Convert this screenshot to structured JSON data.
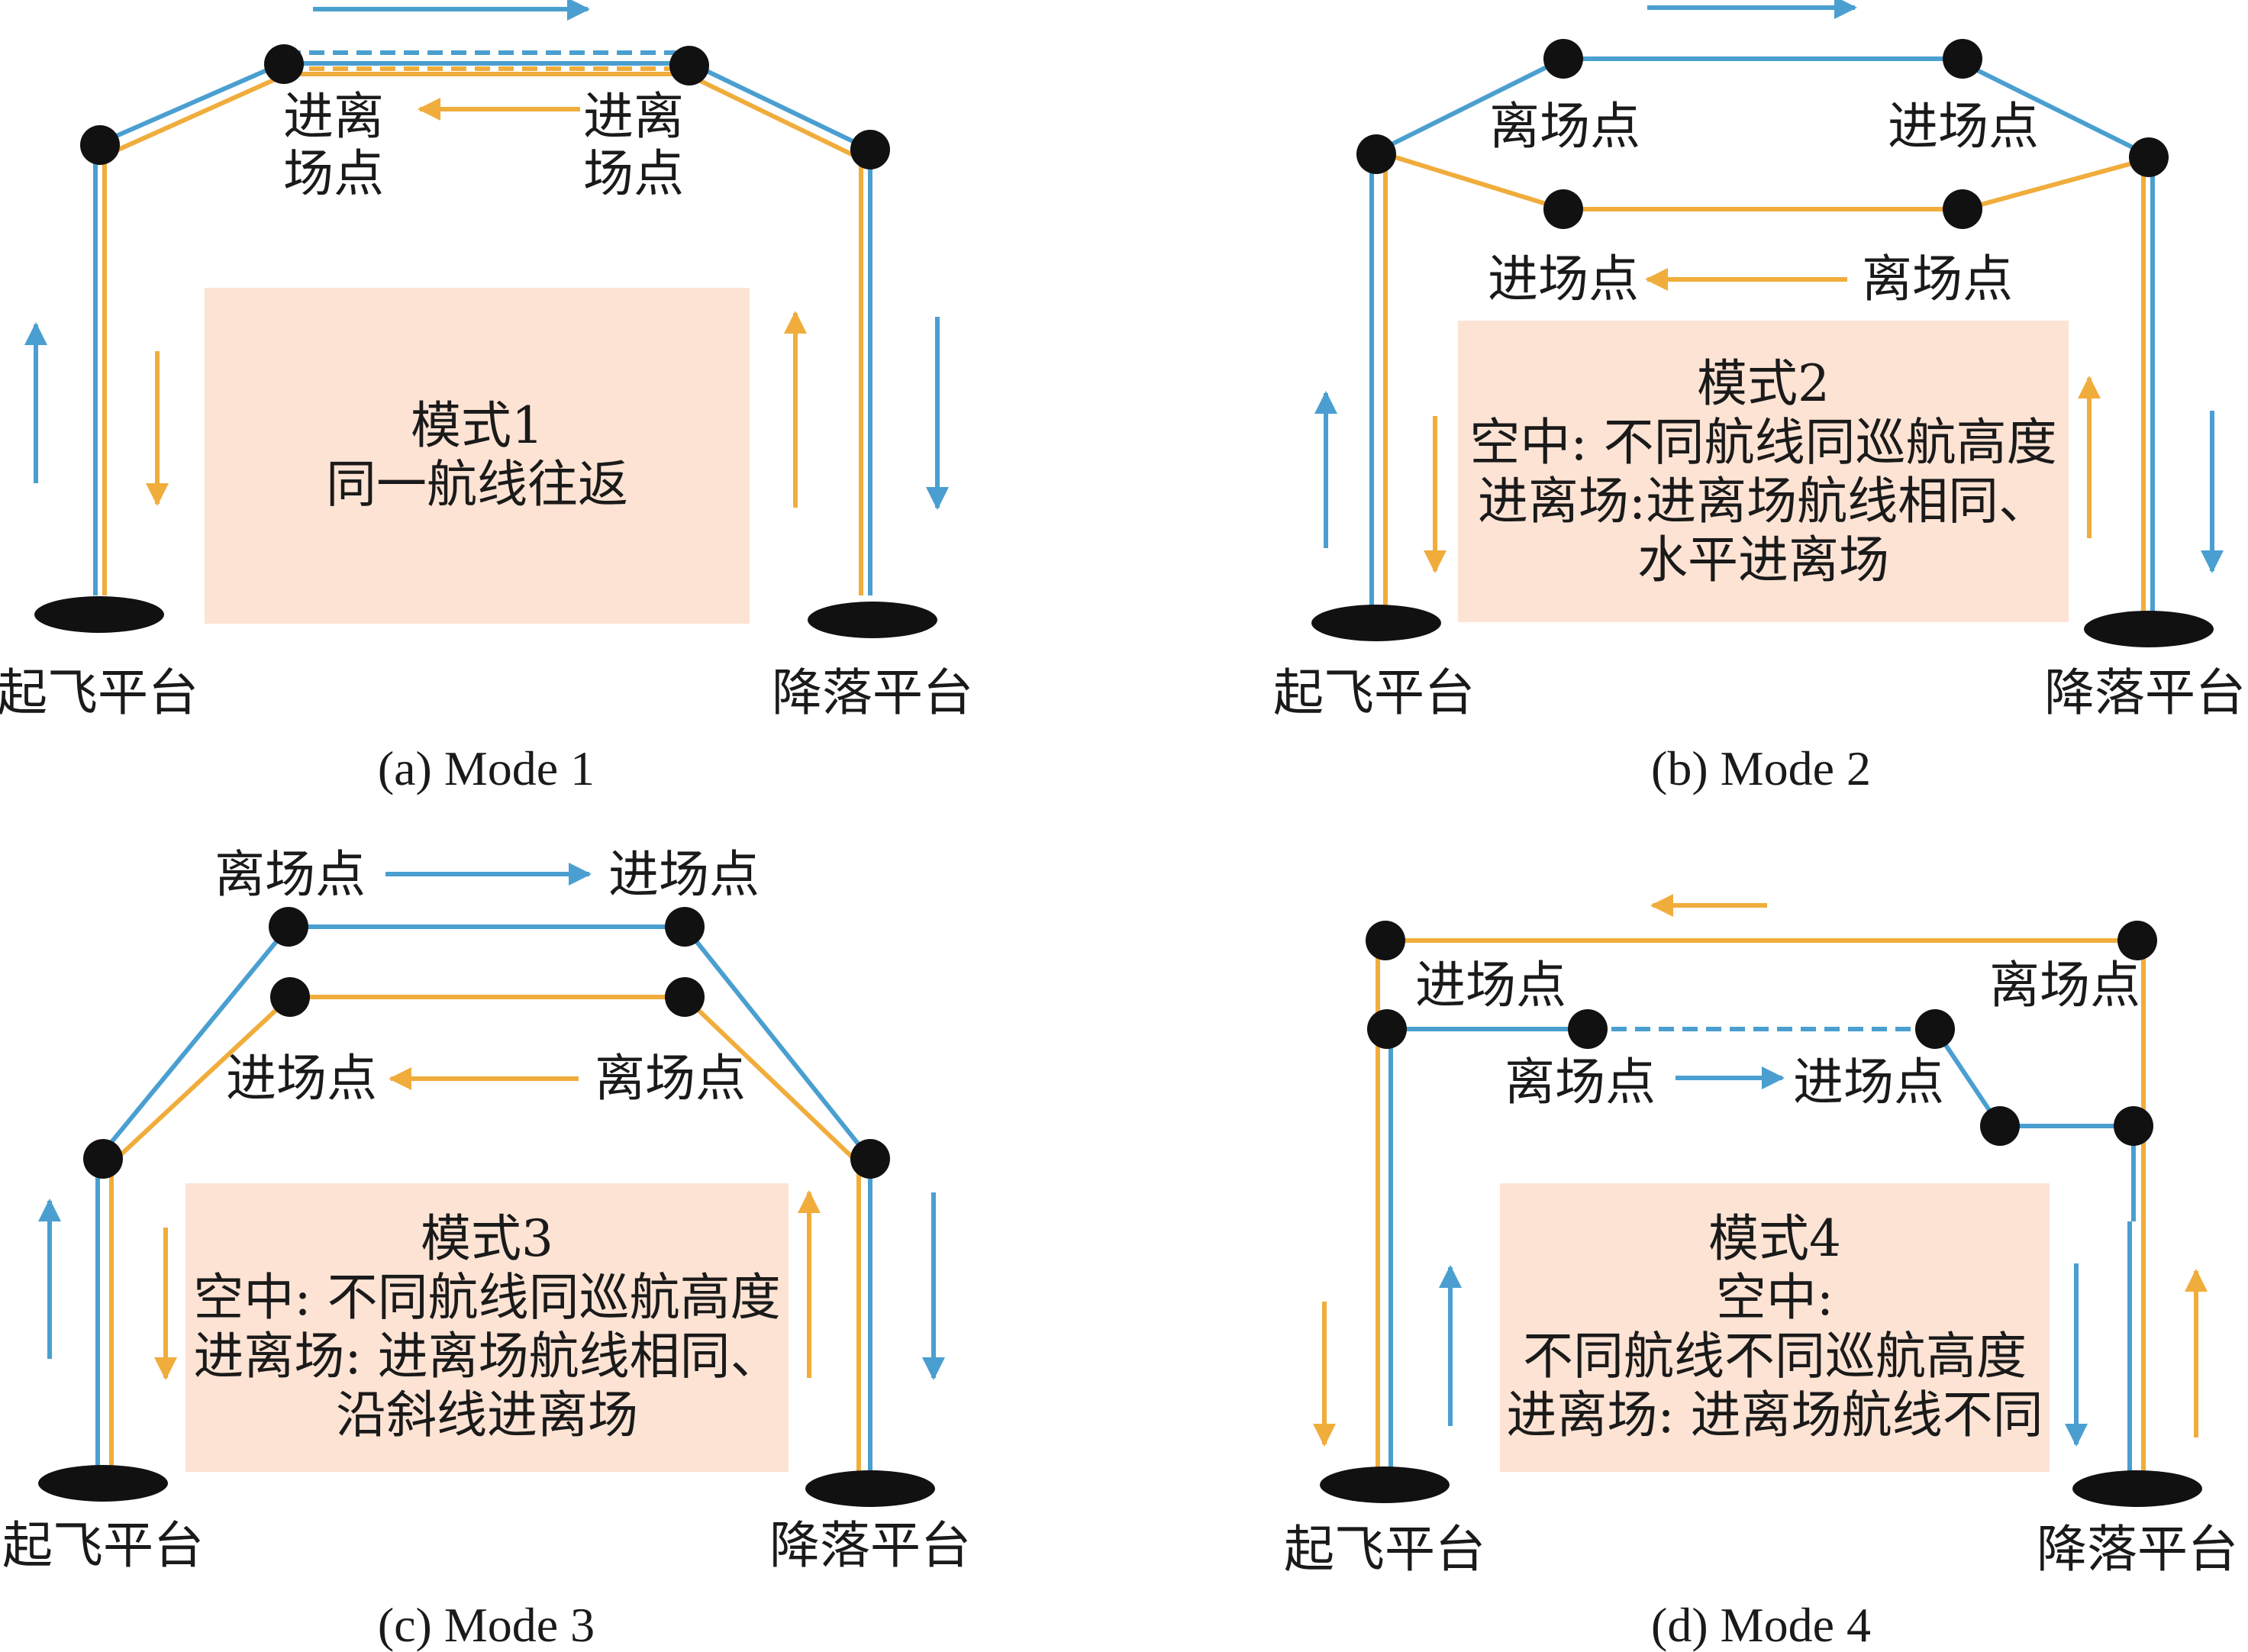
{
  "colors": {
    "blue": "#4a9fd0",
    "orange": "#f0ad3c",
    "box": "#fde3d4",
    "node": "#111111"
  },
  "labels": {
    "takeoff": "起飞平台",
    "landing": "降落平台",
    "entry_exit_top": "进离",
    "entry_exit_bottom": "场点",
    "departure": "离场点",
    "arrival": "进场点"
  },
  "panels": [
    {
      "caption": "(a) Mode 1",
      "box_lines": [
        "模式1",
        "同一航线往返"
      ]
    },
    {
      "caption": "(b) Mode 2",
      "box_lines": [
        "模式2",
        "空中: 不同航线同巡航高度",
        "进离场:进离场航线相同、",
        "水平进离场"
      ]
    },
    {
      "caption": "(c) Mode 3",
      "box_lines": [
        "模式3",
        "空中: 不同航线同巡航高度",
        "进离场: 进离场航线相同、",
        "沿斜线进离场"
      ]
    },
    {
      "caption": "(d) Mode 4",
      "box_lines": [
        "模式4",
        "空中:",
        "不同航线不同巡航高度",
        "进离场: 进离场航线不同"
      ]
    }
  ]
}
